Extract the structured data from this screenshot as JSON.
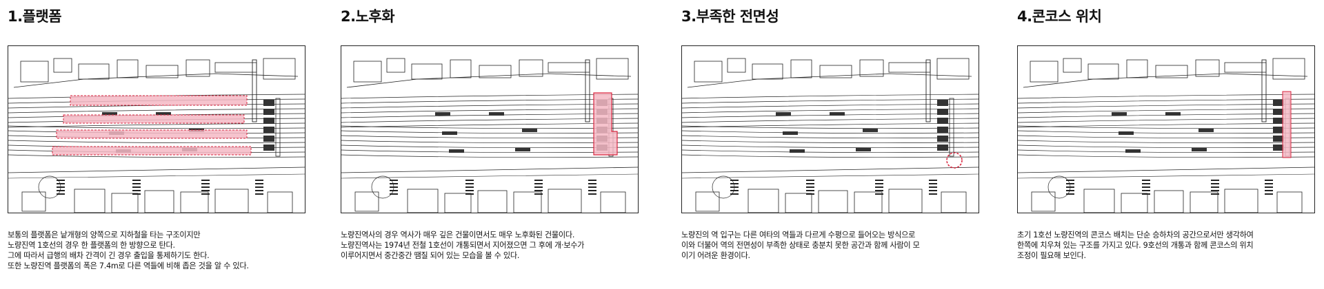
{
  "panels": [
    {
      "title": "1.플랫폼",
      "caption": [
        " 보통의 플랫폼은 낱개형의 양쪽으로 지하철을 타는 구조이지만",
        "노량진역 1호선의 경우 한 플랫폼의 한 방향으로 탄다.",
        "  그에 따라서 급행의 배차 간격이 긴 경우 출입을 통제하기도 한다.",
        "또한 노량진역 플랫폼의 폭은 7.4m로 다른 역들에 비해 좁은 것을 알 수 있다."
      ],
      "highlight": "platforms"
    },
    {
      "title": "2.노후화",
      "caption": [
        " 노량진역사의 경우 역사가 매우 깊은 건물이면서도 매우 노후화된 건물이다.",
        "노량진역사는 1974년 전철 1호선이 개통되면서 지어졌으면 그 후에 개·보수가",
        "이루어지면서 중간중간 땜질 되어 있는 모습을 볼 수 있다."
      ],
      "highlight": "station-building"
    },
    {
      "title": "3.부족한 전면성",
      "caption": [
        " 노량진의 역 입구는 다른 여타의 역들과 다르게 수평으로 들어오는 방식으로",
        "이와 더불어 역의 전면성이 부족한 상태로 충분치 못한 공간과 함께 사람이 모",
        "이기 어려운 환경이다."
      ],
      "highlight": "entrance"
    },
    {
      "title": "4.콘코스 위치",
      "caption": [
        " 초기 1호선 노량진역의 콘코스 배치는 단순 승하차의 공간으로서만 생각하여",
        "한쪽에 치우쳐 있는 구조를 가지고 있다. 9호선의 개통과 함께 콘코스의 위치",
        "조정이 필요해 보인다."
      ],
      "highlight": "concourse"
    }
  ],
  "colors": {
    "highlight_fill": "#f4b8c4",
    "highlight_stroke": "#d9263f",
    "line": "#222222",
    "dense": "#333333"
  }
}
